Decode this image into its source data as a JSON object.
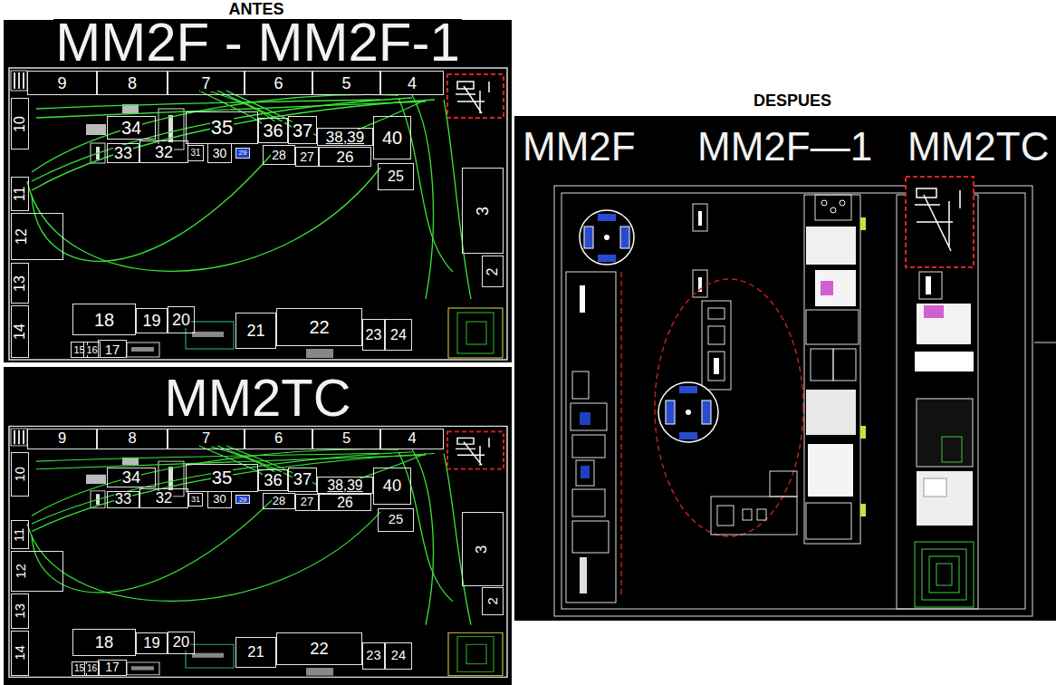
{
  "diagram": {
    "nodes": [
      {
        "text": [
          "MM2F - MM2F-1"
        ]
      },
      {
        "text": [
          "9"
        ],
        "in": 0
      },
      {
        "text": [
          "8"
        ],
        "in": 0
      },
      {
        "text": [
          "7"
        ],
        "in": 0
      },
      {
        "text": [
          "6"
        ],
        "in": 0
      },
      {
        "text": [
          "5"
        ],
        "in": 0
      },
      {
        "text": [
          "4"
        ],
        "in": 0
      },
      {
        "text": [
          "10"
        ],
        "in": 0
      },
      {
        "text": [
          "11"
        ],
        "in": 0
      },
      {
        "text": [
          "12"
        ],
        "in": 0
      },
      {
        "text": [
          "13"
        ],
        "in": 0
      },
      {
        "text": [
          "14"
        ],
        "in": 0
      },
      {
        "text": [
          "3"
        ],
        "in": 0
      },
      {
        "text": [
          "2"
        ],
        "in": 0
      },
      {
        "text": [
          "34"
        ],
        "in": 0
      },
      {
        "text": [
          "35"
        ],
        "in": 0
      },
      {
        "text": [
          "36"
        ],
        "in": 0
      },
      {
        "text": [
          "37"
        ],
        "in": 0
      },
      {
        "text": [
          "38,39"
        ],
        "in": 0
      },
      {
        "text": [
          "40"
        ],
        "in": 0
      },
      {
        "text": [
          "33"
        ],
        "in": 0
      },
      {
        "text": [
          "32"
        ],
        "in": 0
      },
      {
        "text": [
          "31"
        ],
        "in": 0
      },
      {
        "text": [
          "30"
        ],
        "in": 0
      },
      {
        "text": [
          "29"
        ],
        "in": 0
      },
      {
        "text": [
          "28"
        ],
        "in": 0
      },
      {
        "text": [
          "27"
        ],
        "in": 0
      },
      {
        "text": [
          "26"
        ],
        "in": 0
      },
      {
        "text": [
          "25"
        ],
        "in": 0
      },
      {
        "text": [
          "18"
        ],
        "in": 0
      },
      {
        "text": [
          "19"
        ],
        "in": 0
      },
      {
        "text": [
          "20"
        ],
        "in": 0
      },
      {
        "text": [
          "21"
        ],
        "in": 0
      },
      {
        "text": [
          "22"
        ],
        "in": 0
      },
      {
        "text": [
          "23"
        ],
        "in": 0
      },
      {
        "text": [
          "24"
        ],
        "in": 0
      },
      {
        "text": [
          "15"
        ],
        "in": 0
      },
      {
        "text": [
          "16"
        ],
        "in": 0
      },
      {
        "text": [
          "17"
        ],
        "in": 0
      },
      {
        "text": [
          "MM2TC"
        ]
      },
      {
        "text": [
          "9"
        ],
        "in": 39
      },
      {
        "text": [
          "8"
        ],
        "in": 39
      },
      {
        "text": [
          "7"
        ],
        "in": 39
      },
      {
        "text": [
          "6"
        ],
        "in": 39
      },
      {
        "text": [
          "5"
        ],
        "in": 39
      },
      {
        "text": [
          "4"
        ],
        "in": 39
      },
      {
        "text": [
          "10"
        ],
        "in": 39
      },
      {
        "text": [
          "11"
        ],
        "in": 39
      },
      {
        "text": [
          "12"
        ],
        "in": 39
      },
      {
        "text": [
          "13"
        ],
        "in": 39
      },
      {
        "text": [
          "14"
        ],
        "in": 39
      },
      {
        "text": [
          "3"
        ],
        "in": 39
      },
      {
        "text": [
          "2"
        ],
        "in": 39
      },
      {
        "text": [
          "34"
        ],
        "in": 39
      },
      {
        "text": [
          "35"
        ],
        "in": 39
      },
      {
        "text": [
          "36"
        ],
        "in": 39
      },
      {
        "text": [
          "37"
        ],
        "in": 39
      },
      {
        "text": [
          "38,39"
        ],
        "in": 39
      },
      {
        "text": [
          "40"
        ],
        "in": 39
      },
      {
        "text": [
          "33"
        ],
        "in": 39
      },
      {
        "text": [
          "32"
        ],
        "in": 39
      },
      {
        "text": [
          "31"
        ],
        "in": 39
      },
      {
        "text": [
          "30"
        ],
        "in": 39
      },
      {
        "text": [
          "29"
        ],
        "in": 39
      },
      {
        "text": [
          "28"
        ],
        "in": 39
      },
      {
        "text": [
          "27"
        ],
        "in": 39
      },
      {
        "text": [
          "26"
        ],
        "in": 39
      },
      {
        "text": [
          "25"
        ],
        "in": 39
      },
      {
        "text": [
          "18"
        ],
        "in": 39
      },
      {
        "text": [
          "19"
        ],
        "in": 39
      },
      {
        "text": [
          "20"
        ],
        "in": 39
      },
      {
        "text": [
          "21"
        ],
        "in": 39
      },
      {
        "text": [
          "22"
        ],
        "in": 39
      },
      {
        "text": [
          "23"
        ],
        "in": 39
      },
      {
        "text": [
          "24"
        ],
        "in": 39
      },
      {
        "text": [
          "15"
        ],
        "in": 39
      },
      {
        "text": [
          "16"
        ],
        "in": 39
      },
      {
        "text": [
          "17"
        ],
        "in": 39
      },
      {
        "text": [
          "MM2F",
          "MM2F—1",
          "MM2TC"
        ]
      }
    ],
    "labels": [
      "ANTES",
      "DESPUES"
    ]
  }
}
